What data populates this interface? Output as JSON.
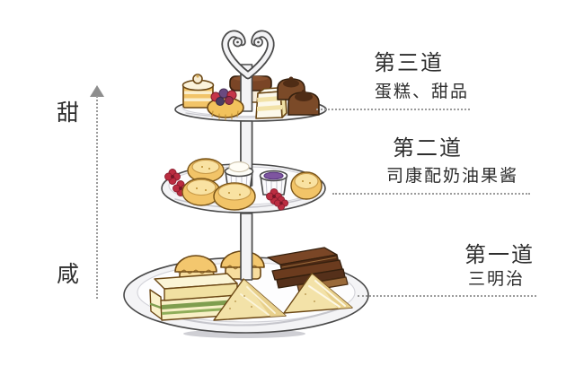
{
  "axis": {
    "top_label": "甜",
    "bottom_label": "咸"
  },
  "courses": [
    {
      "title": "第三道",
      "subtitle": "蛋糕、甜品",
      "tier": "top"
    },
    {
      "title": "第二道",
      "subtitle": "司康配奶油果酱",
      "tier": "middle"
    },
    {
      "title": "第一道",
      "subtitle": "三明治",
      "tier": "bottom"
    }
  ],
  "stand": {
    "type": "three-tier-afternoon-tea-stand",
    "tiers": [
      {
        "position": "top",
        "items": [
          "mini-layer-cake",
          "berry-tartlet",
          "chocolate-topped-cake",
          "layer-cake-slice",
          "chocolate-pudding",
          "chocolate-pudding"
        ]
      },
      {
        "position": "middle",
        "items": [
          "red-flowers",
          "scone",
          "scone",
          "scone",
          "cream-ramekin",
          "jam-ramekin",
          "red-flower",
          "scone"
        ]
      },
      {
        "position": "bottom",
        "items": [
          "slider-bun",
          "slider-bun",
          "chocolate-sandwich-stack",
          "finger-sandwiches",
          "triangle-sandwich",
          "triangle-sandwich"
        ]
      }
    ]
  },
  "colors": {
    "text": "#2d2d2d",
    "dotted_line": "#9b9b9b",
    "arrow": "#8e8e8e",
    "outline": "#4a4a4a",
    "plate": "#f4f4f6",
    "scone": "#f2c468",
    "bread": "#f8f0c8",
    "chocolate": "#6b3b1e",
    "jam": "#7e55a0",
    "flower": "#bb2c40"
  }
}
